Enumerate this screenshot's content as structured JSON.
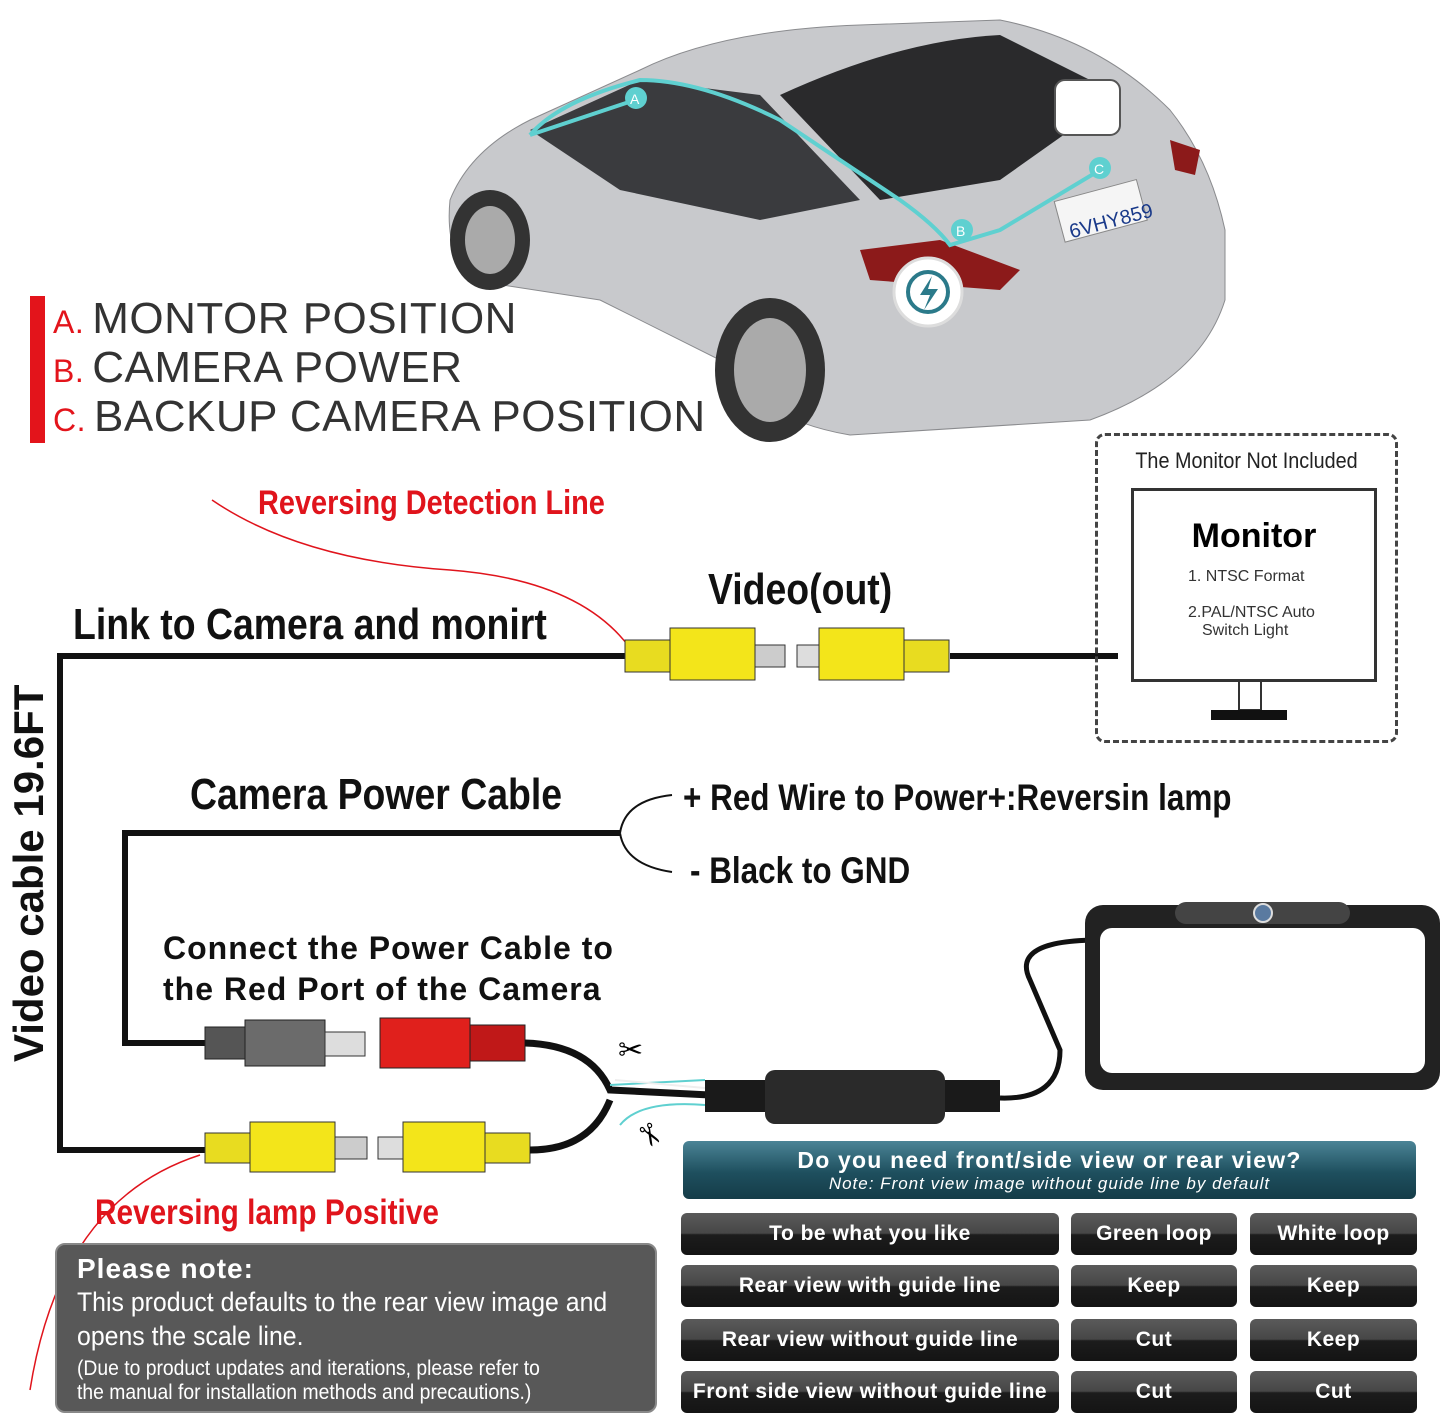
{
  "legend": [
    {
      "letter": "A.",
      "text": "MONTOR POSITION"
    },
    {
      "letter": "B.",
      "text": "CAMERA POWER"
    },
    {
      "letter": "C.",
      "text": "BACKUP CAMERA POSITION"
    }
  ],
  "car": {
    "plate": "6VHY859",
    "markers": [
      "A",
      "B",
      "C"
    ]
  },
  "labels": {
    "reversing_detection": "Reversing Detection Line",
    "video_out": "Video(out)",
    "link_camera": "Link to Camera and monirt",
    "video_cable": "Video cable 19.6FT",
    "camera_power_cable": "Camera Power Cable",
    "red_wire": "+ Red Wire to Power+:Reversin lamp",
    "black_gnd": "- Black to GND",
    "connect_line1": "Connect the Power Cable to",
    "connect_line2": "the Red Port of the Camera",
    "reversing_lamp": "Reversing lamp Positive"
  },
  "monitor": {
    "caption": "The Monitor Not Included",
    "title": "Monitor",
    "line1": "1. NTSC Format",
    "line2": "2.PAL/NTSC Auto",
    "line3": "Switch Light"
  },
  "note": {
    "heading": "Please note:",
    "line1": "This product defaults to the rear view image and",
    "line2": "opens the scale line.",
    "line3": "(Due to product updates and iterations, please refer to",
    "line4": "the manual for installation methods and precautions.)"
  },
  "options": {
    "question": "Do you need front/side view or rear view?",
    "subnote": "Note: Front view image without guide line by default",
    "rows": [
      [
        "To be what you like",
        "Green loop",
        "White loop"
      ],
      [
        "Rear view with guide line",
        "Keep",
        "Keep"
      ],
      [
        "Rear view without guide line",
        "Cut",
        "Keep"
      ],
      [
        "Front side view without guide line",
        "Cut",
        "Cut"
      ]
    ]
  },
  "colors": {
    "accent_red": "#e0141c",
    "wire_cyan": "#5fd0d0",
    "rca_yellow": "#f3e51a",
    "power_red": "#e0201c",
    "header_teal": "#1e4f5e"
  }
}
